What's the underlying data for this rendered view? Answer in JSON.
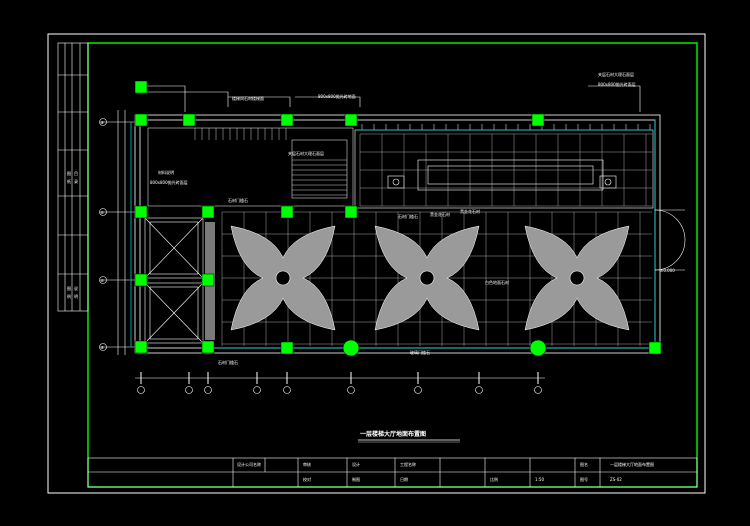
{
  "drawing": {
    "title": "一层楼梯大厅地面布置图",
    "colors": {
      "background": "#000000",
      "frame": "#00ff00",
      "inner_frame": "#00ff00",
      "lines": "#ffffff",
      "column": "#00ff00",
      "glass": "#00d0d0",
      "pattern": "#9a9a9a"
    },
    "grid_rows": [
      "⑧",
      "⑥",
      "⑥",
      "⑧"
    ],
    "grid_cols": [
      "⑬",
      "⑫",
      "⑪",
      "⑩",
      "⑨",
      "⑧",
      "⑦"
    ],
    "annotations": [
      "楼梯间石材楼梯面",
      "800x800抛光砖地面",
      "夹层石材大理石面层",
      "材料说明",
      "800x800抛光砖面层",
      "石材门槛石",
      "石材门槛石",
      "黑金花石材",
      "黑金花石材",
      "白色地面石材",
      "石材门槛石",
      "玻璃门槛石",
      "±0.000"
    ],
    "left_strip": [
      "图",
      "纸",
      "目",
      "录",
      "图",
      "例",
      "说",
      "明"
    ],
    "title_block": {
      "company": "设计公司名称",
      "cells": [
        "审核",
        "设计",
        "工程名称",
        "图名",
        "校对",
        "制图",
        "日期",
        "比例",
        "图号"
      ],
      "drawing_name": "一层楼梯大厅地面布置图",
      "scale": "1:50",
      "sheet_no": "ZS-02"
    }
  }
}
